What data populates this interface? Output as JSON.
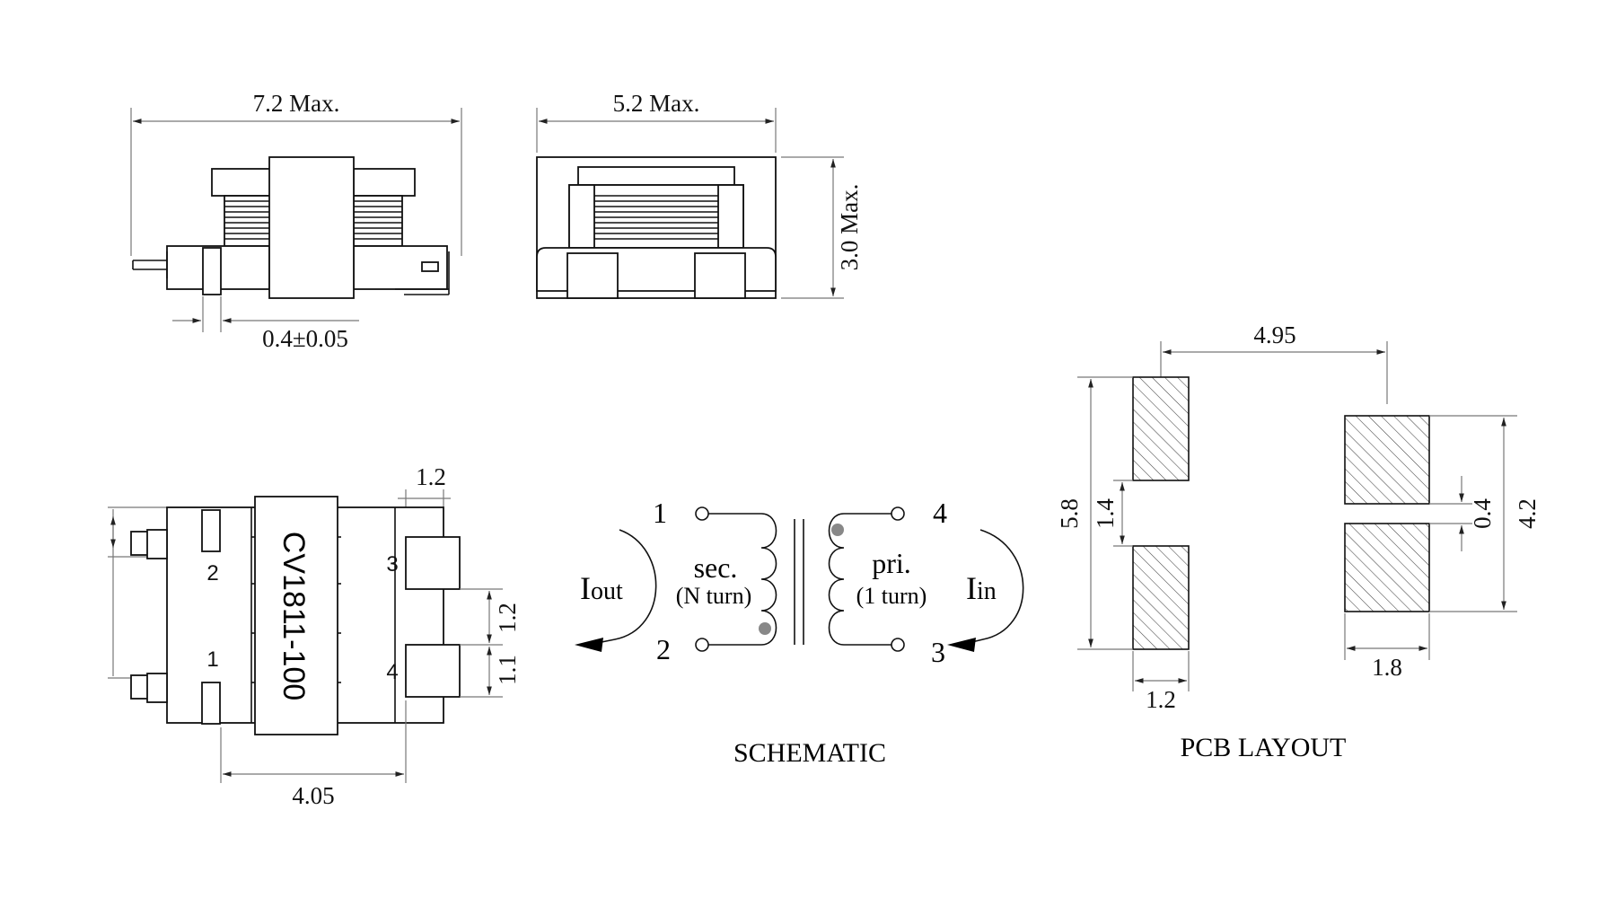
{
  "front_view": {
    "width_label": "7.2 Max.",
    "lead_label": "0.4±0.05"
  },
  "side_view": {
    "width_label": "5.2 Max.",
    "height_label": "3.0 Max."
  },
  "bottom_view": {
    "part_number": "CV1811-100",
    "pins": {
      "p1": "1",
      "p2": "2",
      "p3": "3",
      "p4": "4"
    },
    "dim_top": "1.2",
    "dim_bottom": "4.05",
    "dim_right_upper": "1.2",
    "dim_right_lower": "1.1"
  },
  "schematic": {
    "title": "SCHEMATIC",
    "sec_label": "sec.",
    "sec_turns": "(N turn)",
    "pri_label": "pri.",
    "pri_turns": "(1 turn)",
    "iout_main": "I",
    "iout_sub": "out",
    "iin_main": "I",
    "iin_sub": "in",
    "pins": {
      "p1": "1",
      "p2": "2",
      "p3": "3",
      "p4": "4"
    }
  },
  "pcb_layout": {
    "title": "PCB LAYOUT",
    "dim_spacing": "4.95",
    "dim_height": "5.8",
    "dim_gap_left": "1.4",
    "dim_pad_width_left": "1.2",
    "dim_gap_right": "0.4",
    "dim_height_right": "4.2",
    "dim_pad_width_right": "1.8"
  }
}
